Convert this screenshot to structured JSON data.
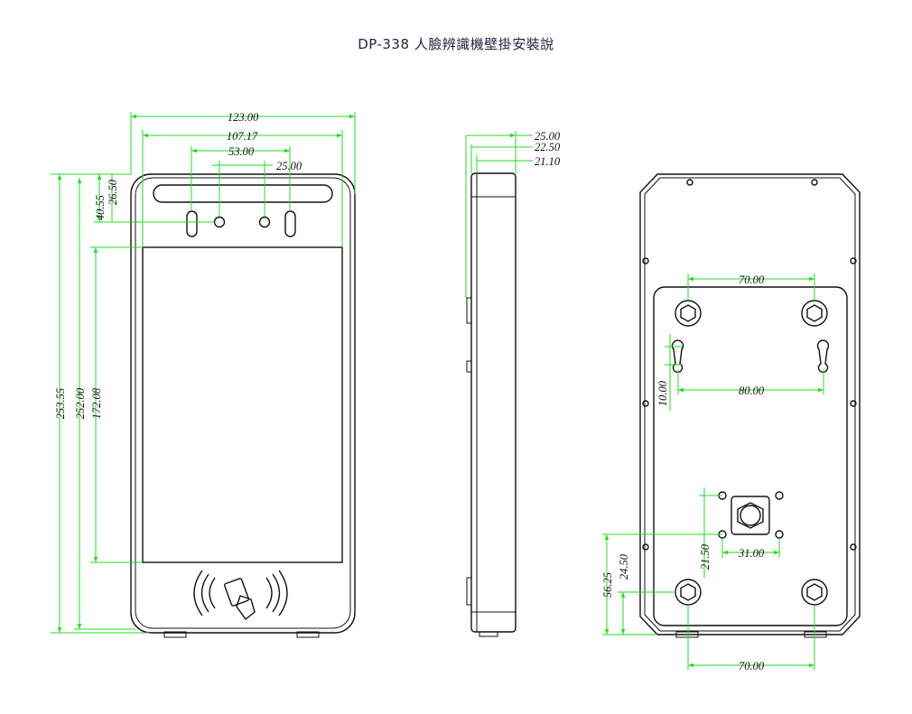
{
  "title": "DP-338 人臉辨識機壁掛安裝說",
  "front": {
    "dims": {
      "width_total": "123.00",
      "width_inner": "107.17",
      "cam_span": "53.00",
      "cam_gap": "25.00",
      "top_offset_1": "26.50",
      "top_offset_2": "40.55",
      "height_total": "253.55",
      "height_body": "252.00",
      "screen_height": "172.08"
    }
  },
  "side": {
    "dims": {
      "depth_total": "25.00",
      "depth_mid": "22.50",
      "depth_inner": "21.10"
    }
  },
  "back": {
    "dims": {
      "top_holes_span": "70.00",
      "keyhole_span": "80.00",
      "keyhole_slot": "10.00",
      "socket_v": "21.50",
      "socket_h": "31.00",
      "bottom_offset_1": "56.25",
      "bottom_offset_2": "24.50",
      "bottom_holes_span": "70.00"
    }
  },
  "colors": {
    "dimension_line": "#22dd22",
    "outline": "#111111"
  }
}
